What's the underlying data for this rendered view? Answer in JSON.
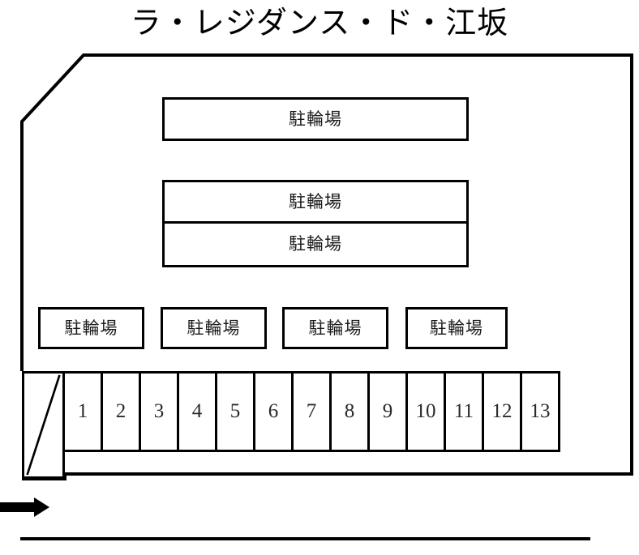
{
  "title": "ラ・レジダンス・ド・江坂",
  "colors": {
    "outline": "#000000",
    "background": "#ffffff",
    "text": "#000000",
    "stall_number": "#2a2a2a"
  },
  "bicycle_parking": {
    "label": "駐輪場",
    "areas": [
      {
        "id": "bike-top",
        "label": "駐輪場"
      },
      {
        "id": "bike-mid-upper",
        "label": "駐輪場"
      },
      {
        "id": "bike-mid-lower",
        "label": "駐輪場"
      },
      {
        "id": "bike-s1",
        "label": "駐輪場"
      },
      {
        "id": "bike-s2",
        "label": "駐輪場"
      },
      {
        "id": "bike-s3",
        "label": "駐輪場"
      },
      {
        "id": "bike-s4",
        "label": "駐輪場"
      }
    ]
  },
  "car_parking": {
    "stalls": [
      {
        "number": "1"
      },
      {
        "number": "2"
      },
      {
        "number": "3"
      },
      {
        "number": "4"
      },
      {
        "number": "5"
      },
      {
        "number": "6"
      },
      {
        "number": "7"
      },
      {
        "number": "8"
      },
      {
        "number": "9"
      },
      {
        "number": "10"
      },
      {
        "number": "11"
      },
      {
        "number": "12"
      },
      {
        "number": "13"
      }
    ],
    "excluded_stall": {
      "marking": "diagonal-slash"
    }
  },
  "street": {
    "direction_arrow": "right-arrow",
    "road_line": "street-edge"
  }
}
